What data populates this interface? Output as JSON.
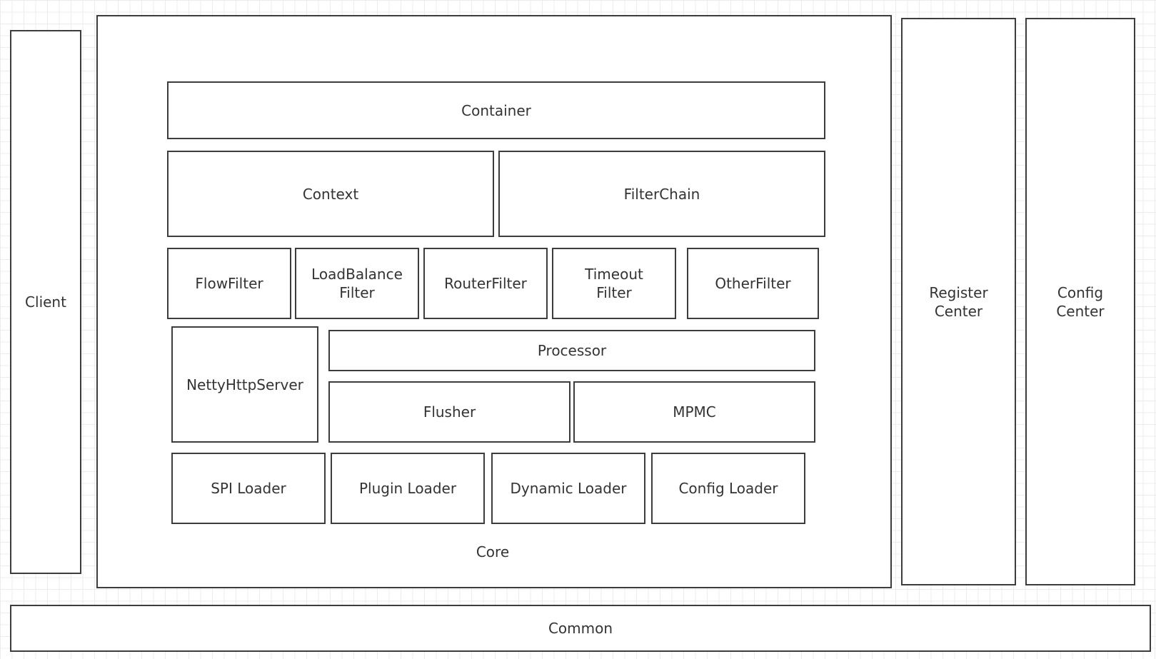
{
  "diagram": {
    "client": "Client",
    "core": {
      "label": "Core",
      "container": "Container",
      "context": "Context",
      "filter_chain": "FilterChain",
      "filters": [
        "FlowFilter",
        "LoadBalance\nFilter",
        "RouterFilter",
        "Timeout\nFilter",
        "OtherFilter"
      ],
      "netty_http_server": "NettyHttpServer",
      "processor": "Processor",
      "flusher": "Flusher",
      "mpmc": "MPMC",
      "loaders": [
        "SPI Loader",
        "Plugin Loader",
        "Dynamic Loader",
        "Config Loader"
      ]
    },
    "register_center": "Register\nCenter",
    "config_center": "Config\nCenter",
    "common": "Common"
  }
}
